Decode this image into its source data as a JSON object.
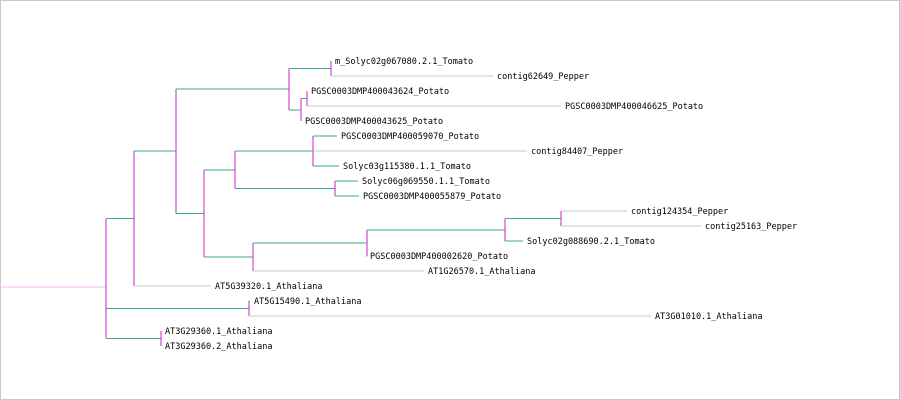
{
  "colors": {
    "horizontal_edge": "#3aaa94",
    "vertical_edge": "#cc22cc",
    "leaf_edge": "#c8c8c8",
    "root_edge": "#f2b8f2",
    "label": "#000000"
  },
  "tree": {
    "leaves": [
      {
        "label": "m_Solyc02g067080.2.1_Tomato"
      },
      {
        "label": "contig62649_Pepper"
      },
      {
        "label": "PGSC0003DMP400043624_Potato"
      },
      {
        "label": "PGSC0003DMP400046625_Potato"
      },
      {
        "label": "PGSC0003DMP400043625_Potato"
      },
      {
        "label": "PGSC0003DMP400059070_Potato"
      },
      {
        "label": "contig84407_Pepper"
      },
      {
        "label": "Solyc03g115380.1.1_Tomato"
      },
      {
        "label": "Solyc06g069550.1.1_Tomato"
      },
      {
        "label": "PGSC0003DMP400055879_Potato"
      },
      {
        "label": "contig124354_Pepper"
      },
      {
        "label": "contig25163_Pepper"
      },
      {
        "label": "Solyc02g088690.2.1_Tomato"
      },
      {
        "label": "PGSC0003DMP400002620_Potato"
      },
      {
        "label": "AT1G26570.1_Athaliana"
      },
      {
        "label": "AT5G39320.1_Athaliana"
      },
      {
        "label": "AT5G15490.1_Athaliana"
      },
      {
        "label": "AT3G01010.1_Athaliana"
      },
      {
        "label": "AT3G29360.1_Athaliana"
      },
      {
        "label": "AT3G29360.2_Athaliana"
      }
    ]
  }
}
